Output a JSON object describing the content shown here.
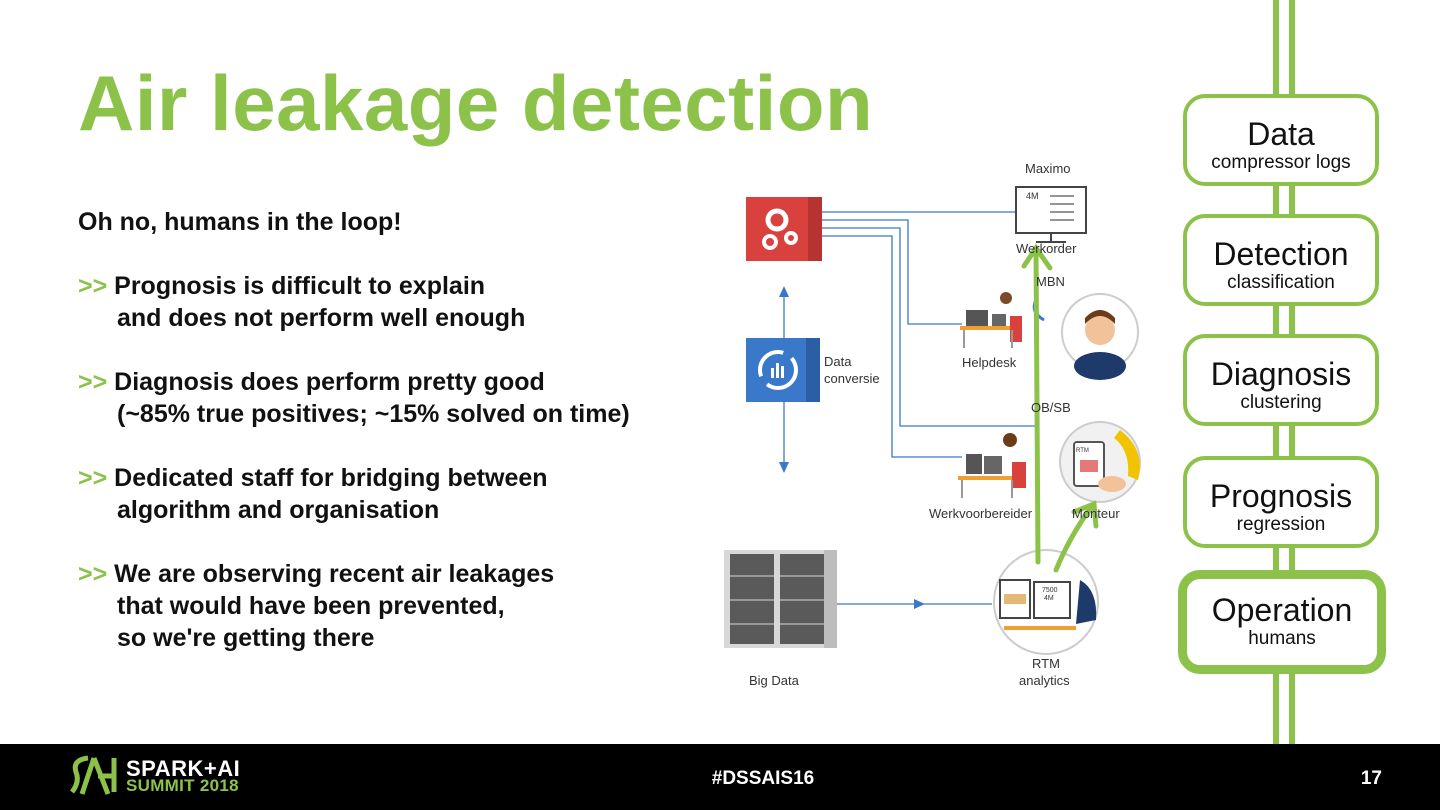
{
  "slide": {
    "title": "Air leakage detection",
    "lead": "Oh no, humans in the loop!",
    "bullets": [
      {
        "marker": ">>",
        "line1": "Prognosis is difficult to explain",
        "line2": "and does not perform well enough"
      },
      {
        "marker": ">>",
        "line1": "Diagnosis does perform pretty good",
        "line2": "(~85% true positives; ~15% solved on time)"
      },
      {
        "marker": ">>",
        "line1": "Dedicated staff for bridging between",
        "line2": "algorithm and organisation"
      },
      {
        "marker": ">>",
        "line1": "We are observing recent air leakages",
        "line2": "that would have been prevented,",
        "line3": "so we're getting there"
      }
    ]
  },
  "pipeline": {
    "stages": [
      {
        "title": "Data",
        "subtitle": "compressor logs",
        "active": false
      },
      {
        "title": "Detection",
        "subtitle": "classification",
        "active": false
      },
      {
        "title": "Diagnosis",
        "subtitle": "clustering",
        "active": false
      },
      {
        "title": "Prognosis",
        "subtitle": "regression",
        "active": false
      },
      {
        "title": "Operation",
        "subtitle": "humans",
        "active": true
      }
    ]
  },
  "diagram": {
    "maximo": "Maximo",
    "werkorder": "Werkorder",
    "monitor_tag": "4M",
    "mbn": "MBN",
    "helpdesk": "Helpdesk",
    "data_conversie_1": "Data",
    "data_conversie_2": "conversie",
    "obsb": "OB/SB",
    "werkvoorbereider": "Werkvoorbereider",
    "monteur": "Monteur",
    "big_data": "Big Data",
    "rtm_1": "RTM",
    "rtm_2": "analytics",
    "rtm_screen_1": "7500",
    "rtm_screen_2": "4M",
    "tablet_tag": "RTM"
  },
  "footer": {
    "logo_line1": "SPARK+AI",
    "logo_line2": "SUMMIT 2018",
    "hashtag": "#DSSAIS16",
    "page_number": "17"
  },
  "colors": {
    "accent_green": "#8cc24a",
    "diagram_blue": "#3a78c9",
    "gear_red": "#d9413f",
    "footer_bg": "#000000"
  }
}
